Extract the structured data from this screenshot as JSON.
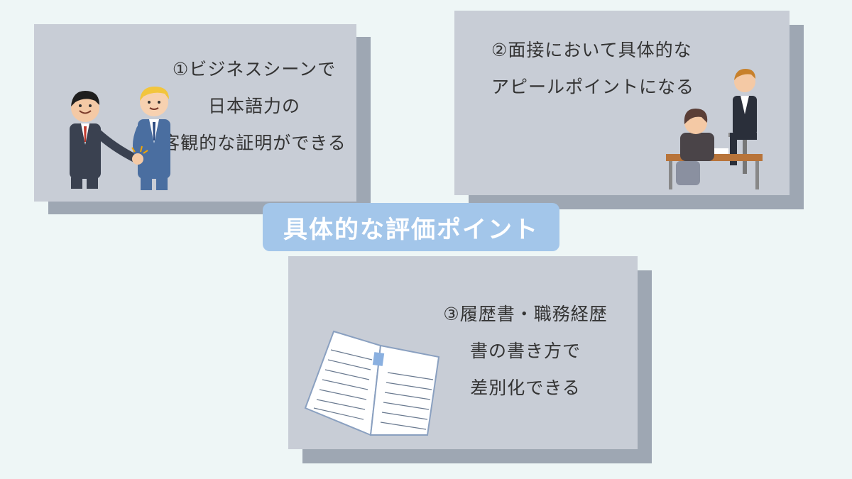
{
  "title": "具体的な評価ポイント",
  "cards": [
    {
      "lines": [
        "①ビジネスシーンで",
        "日本語力の",
        "客観的な証明ができる"
      ],
      "illustration": "handshake-illustration"
    },
    {
      "lines": [
        "②面接において具体的な",
        "アピールポイントになる"
      ],
      "illustration": "interview-illustration"
    },
    {
      "lines": [
        "③履歴書・職務経歴",
        "書の書き方で",
        "差別化できる"
      ],
      "illustration": "resume-illustration"
    }
  ],
  "colors": {
    "background": "#eef6f6",
    "card": "#c8cdd6",
    "card_shadow": "#9ea7b3",
    "title_pill": "#a3c6ea",
    "title_text": "#ffffff",
    "body_text": "#333333"
  }
}
